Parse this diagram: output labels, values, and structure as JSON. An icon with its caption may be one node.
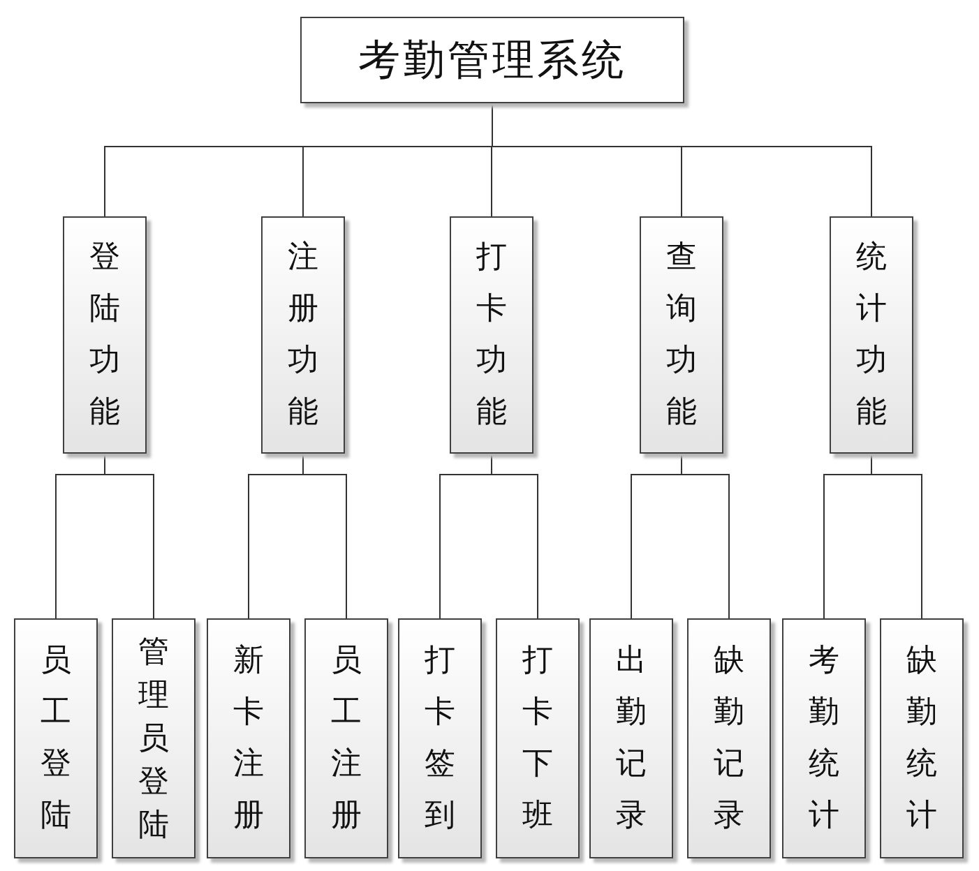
{
  "diagram": {
    "nodes": [
      {
        "text": [
          "考勤管理系统"
        ]
      },
      {
        "text": [
          "登陆功能"
        ]
      },
      {
        "text": [
          "注册功能"
        ]
      },
      {
        "text": [
          "打卡功能"
        ]
      },
      {
        "text": [
          "查询功能"
        ]
      },
      {
        "text": [
          "统计功能"
        ]
      },
      {
        "text": [
          "员工登陆"
        ]
      },
      {
        "text": [
          "管理员登陆"
        ]
      },
      {
        "text": [
          "新卡注册"
        ]
      },
      {
        "text": [
          "员工注册"
        ]
      },
      {
        "text": [
          "打卡签到"
        ]
      },
      {
        "text": [
          "打卡下班"
        ]
      },
      {
        "text": [
          "出勤记录"
        ]
      },
      {
        "text": [
          "缺勤记录"
        ]
      },
      {
        "text": [
          "考勤统计"
        ]
      },
      {
        "text": [
          "缺勤统计"
        ]
      }
    ],
    "edges": [
      {
        "from": 0,
        "to": 1,
        "arrow": "none"
      },
      {
        "from": 0,
        "to": 2,
        "arrow": "none"
      },
      {
        "from": 0,
        "to": 3,
        "arrow": "none"
      },
      {
        "from": 0,
        "to": 4,
        "arrow": "none"
      },
      {
        "from": 0,
        "to": 5,
        "arrow": "none"
      },
      {
        "from": 1,
        "to": 6,
        "arrow": "none"
      },
      {
        "from": 1,
        "to": 7,
        "arrow": "none"
      },
      {
        "from": 2,
        "to": 8,
        "arrow": "none"
      },
      {
        "from": 2,
        "to": 9,
        "arrow": "none"
      },
      {
        "from": 3,
        "to": 10,
        "arrow": "none"
      },
      {
        "from": 3,
        "to": 11,
        "arrow": "none"
      },
      {
        "from": 4,
        "to": 12,
        "arrow": "none"
      },
      {
        "from": 4,
        "to": 13,
        "arrow": "none"
      },
      {
        "from": 5,
        "to": 14,
        "arrow": "none"
      },
      {
        "from": 5,
        "to": 15,
        "arrow": "none"
      }
    ]
  }
}
